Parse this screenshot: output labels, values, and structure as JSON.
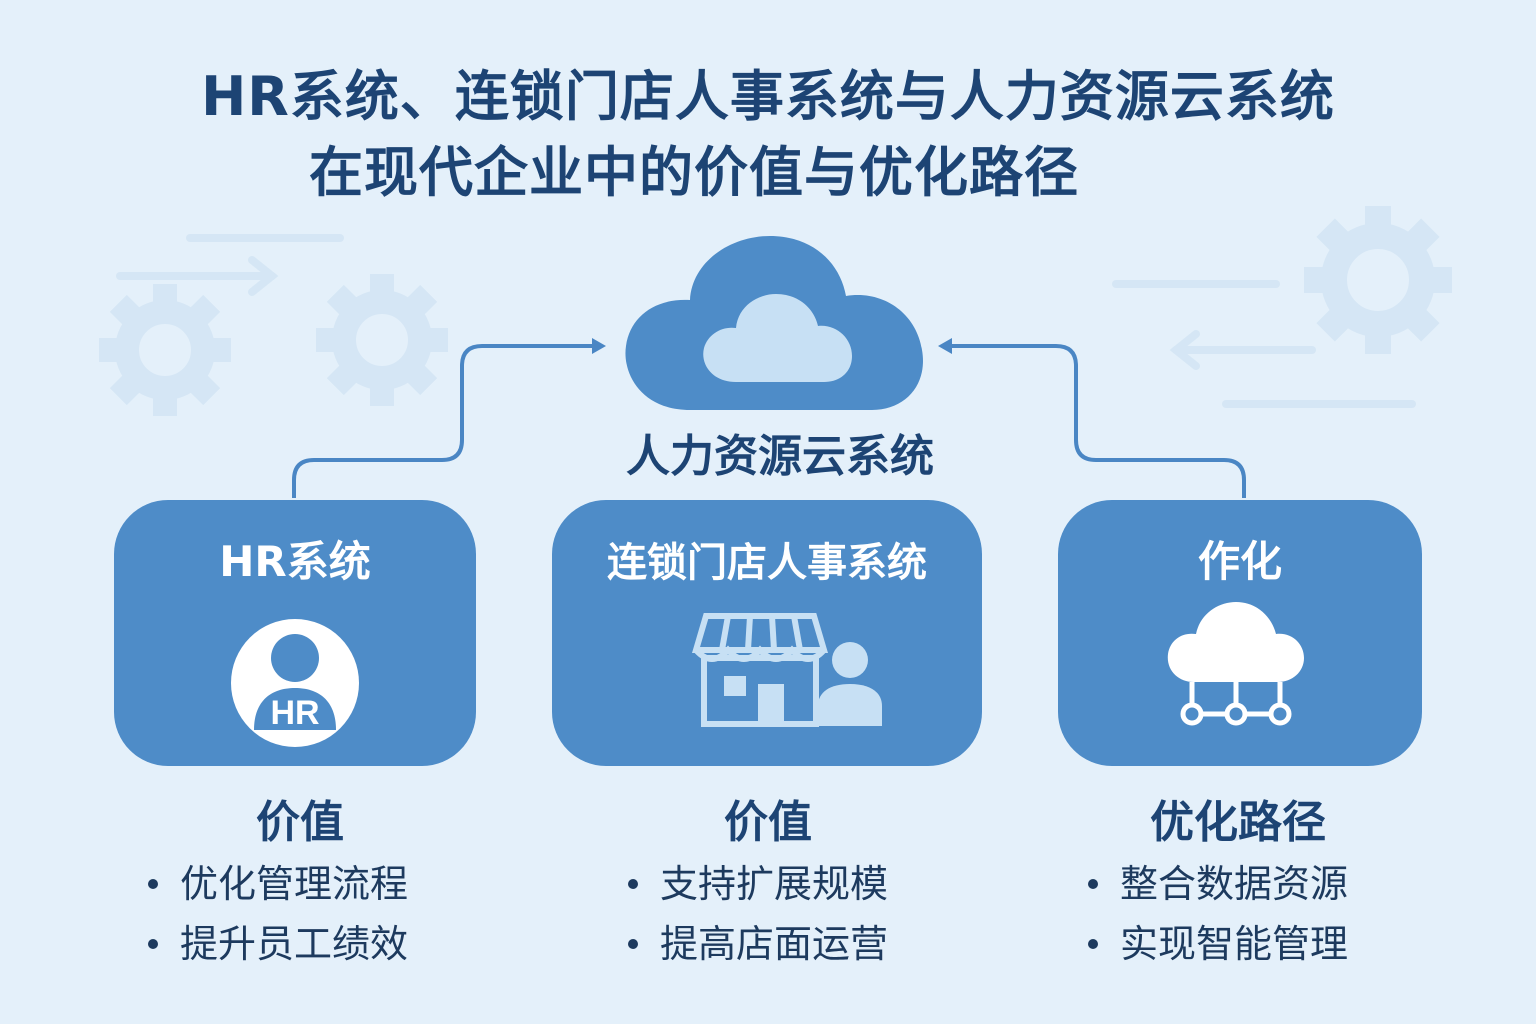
{
  "title": {
    "line1": "HR系统、连锁门店人事系统与人力资源云系统",
    "line2": "在现代企业中的价值与优化路径"
  },
  "cloud": {
    "label": "人力资源云系统"
  },
  "cards": {
    "hr": {
      "title": "HR系统",
      "badge": "HR",
      "icon": "hr-person-icon"
    },
    "chain": {
      "title": "连锁门店人事系统",
      "icon": "storefront-person-icon"
    },
    "cloud": {
      "title": "作化",
      "icon": "cloud-network-icon"
    }
  },
  "sections": {
    "hr": {
      "heading": "价值",
      "items": [
        "优化管理流程",
        "提升员工绩效"
      ]
    },
    "chain": {
      "heading": "价值",
      "items": [
        "支持扩展规模",
        "提高店面运营"
      ]
    },
    "cloud": {
      "heading": "优化路径",
      "items": [
        "整合数据资源",
        "实现智能管理"
      ]
    }
  },
  "colors": {
    "background": "#e4f0fa",
    "card": "#4e8cc8",
    "title_text": "#1d4474",
    "light_icon": "#c7e0f4",
    "connector": "#4a86c4"
  }
}
